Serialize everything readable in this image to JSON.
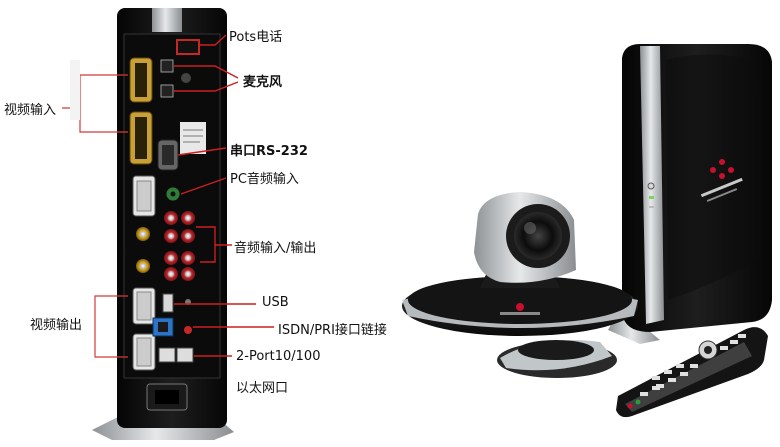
{
  "annotations": {
    "pots": "Pots电话",
    "mic": "麦克风",
    "video_in": "视频输入",
    "serial": "串口RS-232",
    "pc_audio": "PC音频输入",
    "audio_io": "音频输入/输出",
    "usb": "USB",
    "video_out": "视频输出",
    "isdn": "ISDN/PRI接口链接",
    "ethernet_line1": "2-Port10/100",
    "ethernet_line2": "以太网口"
  },
  "colors": {
    "leader_line": "#cc1f1f",
    "bracket_line": "#d23b3b",
    "device_body": "#161616",
    "panel": "#0b0b0b",
    "silver": "#bfc3c6",
    "brand_red": "#c8102e"
  },
  "icons": {
    "brand_logo": "polycom-logo-icon"
  }
}
